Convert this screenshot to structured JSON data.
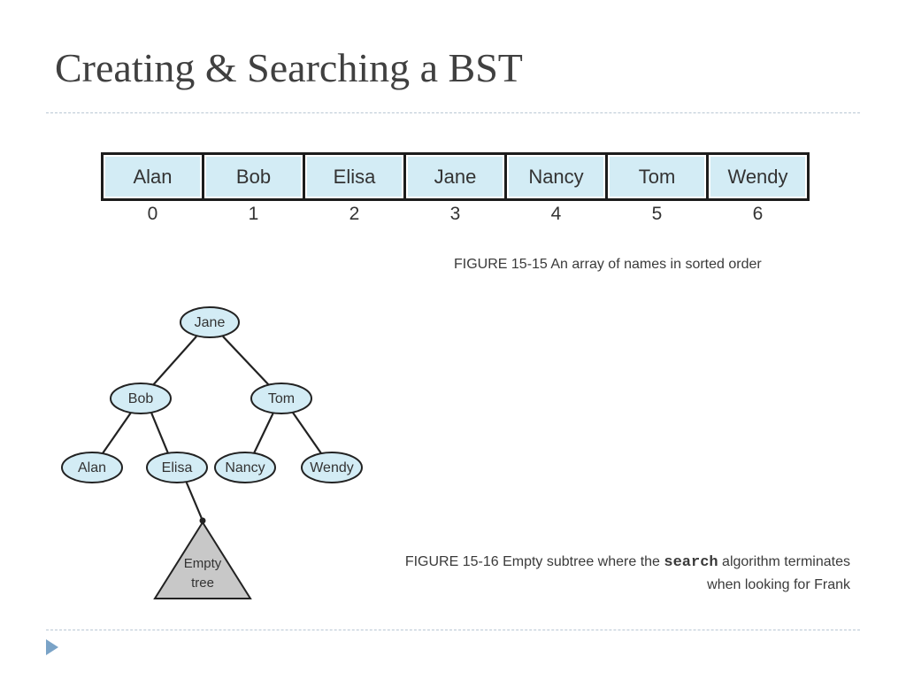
{
  "slide": {
    "title": "Creating & Searching a BST"
  },
  "array_figure": {
    "names": [
      "Alan",
      "Bob",
      "Elisa",
      "Jane",
      "Nancy",
      "Tom",
      "Wendy"
    ],
    "indices": [
      "0",
      "1",
      "2",
      "3",
      "4",
      "5",
      "6"
    ],
    "caption": "FIGURE 15-15 An array of names in sorted order"
  },
  "tree_figure": {
    "nodes": {
      "root": "Jane",
      "left": "Bob",
      "right": "Tom",
      "left_left": "Alan",
      "left_right": "Elisa",
      "right_left": "Nancy",
      "right_right": "Wendy"
    },
    "empty_tree": [
      "Empty",
      "tree"
    ],
    "caption_before": "FIGURE 15-16 Empty subtree where the ",
    "caption_code": "search",
    "caption_after": " algorithm terminates",
    "caption_line2": "when looking for Frank"
  },
  "colors": {
    "node_fill": "#d3ecf5",
    "cell_fill": "#d3ecf5",
    "triangle_fill": "#c8c8c8",
    "title_color": "#404040",
    "bullet_color": "#7aa3c7"
  },
  "icons": {
    "bullet": "triangle-right-bullet-icon"
  }
}
